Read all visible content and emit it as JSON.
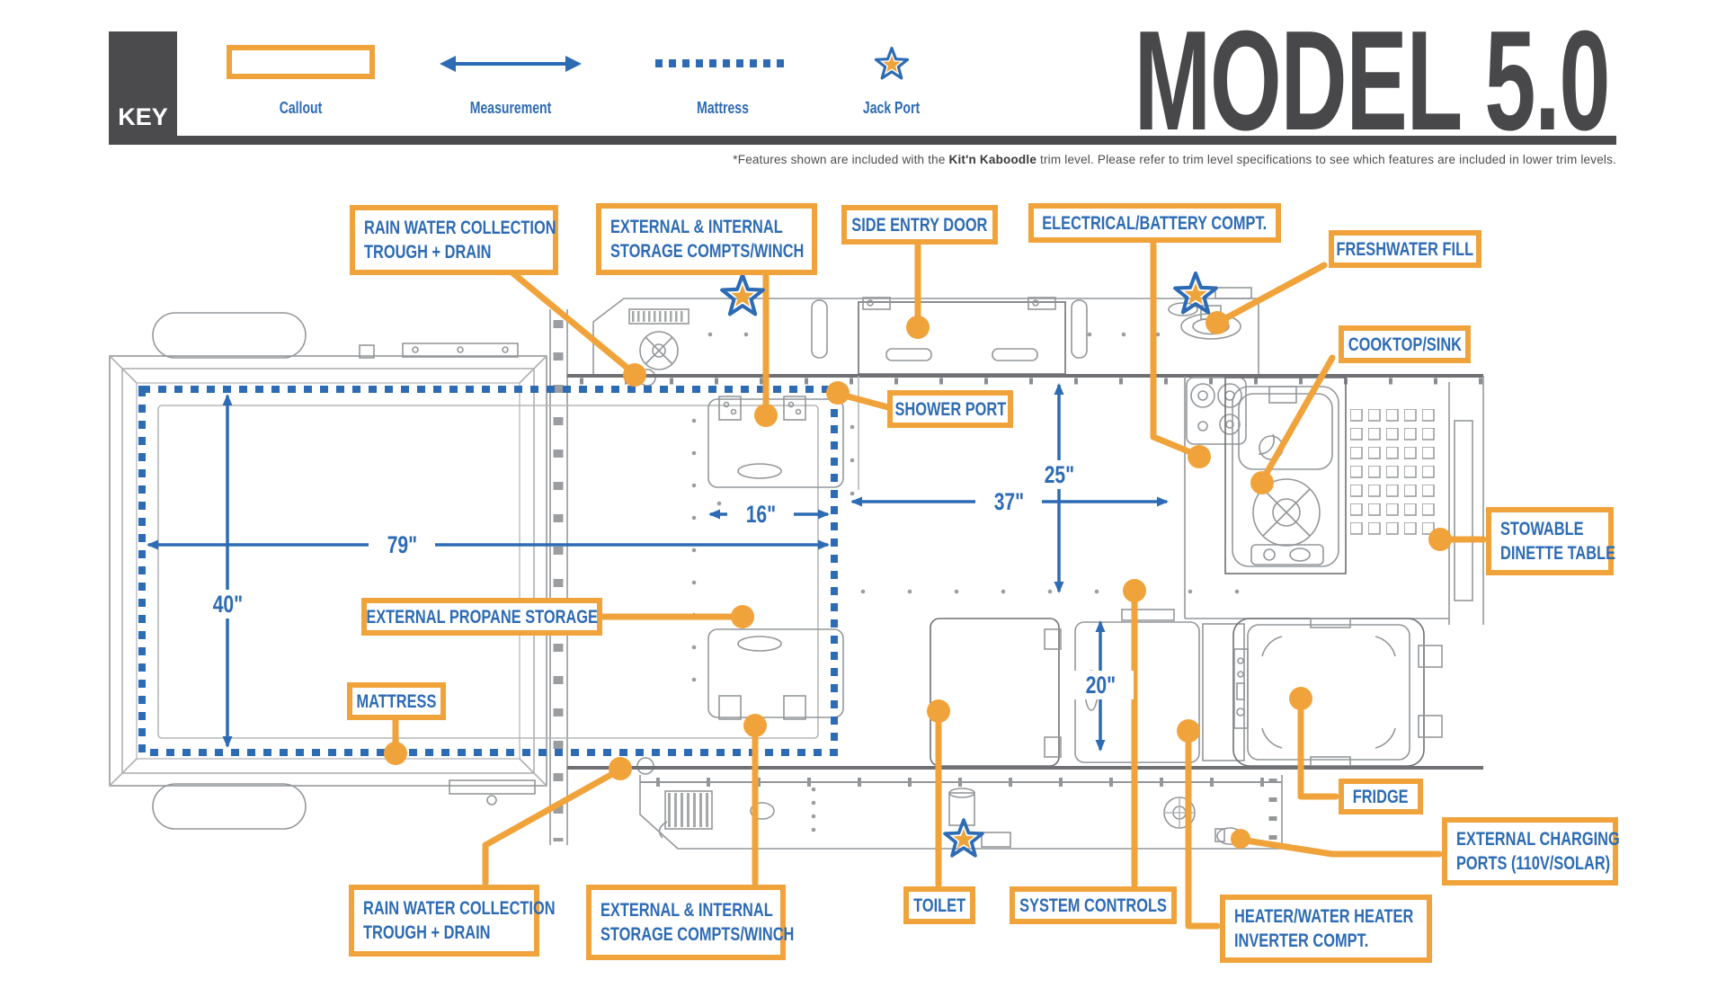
{
  "header": {
    "key_label": "KEY",
    "legend": [
      {
        "label": "Callout",
        "icon": "callout-box"
      },
      {
        "label": "Measurement",
        "icon": "measurement-arrow"
      },
      {
        "label": "Mattress",
        "icon": "mattress-dotted-line"
      },
      {
        "label": "Jack Port",
        "icon": "jack-port-star"
      }
    ],
    "title": "MODEL 5.0",
    "disclaimer_prefix": "*Features shown are included with the ",
    "disclaimer_bold": "Kit'n Kaboodle",
    "disclaimer_suffix": " trim level. Please refer to trim level specifications to see which features are included in lower trim levels."
  },
  "callouts": {
    "rain_top": {
      "line1": "RAIN WATER COLLECTION",
      "line2": "TROUGH + DRAIN"
    },
    "storage_top": {
      "line1": "EXTERNAL & INTERNAL",
      "line2": "STORAGE COMPTS/WINCH"
    },
    "side_entry": {
      "line1": "SIDE ENTRY DOOR"
    },
    "electrical": {
      "line1": "ELECTRICAL/BATTERY COMPT."
    },
    "freshwater": {
      "line1": "FRESHWATER FILL"
    },
    "cooktop": {
      "line1": "COOKTOP/SINK"
    },
    "shower": {
      "line1": "SHOWER PORT"
    },
    "dinette": {
      "line1": "STOWABLE",
      "line2": "DINETTE TABLE"
    },
    "propane": {
      "line1": "EXTERNAL PROPANE STORAGE"
    },
    "mattress": {
      "line1": "MATTRESS"
    },
    "fridge": {
      "line1": "FRIDGE"
    },
    "charging": {
      "line1": "EXTERNAL CHARGING",
      "line2": "PORTS (110V/SOLAR)"
    },
    "toilet": {
      "line1": "TOILET"
    },
    "system": {
      "line1": "SYSTEM CONTROLS"
    },
    "heater": {
      "line1": "HEATER/WATER HEATER",
      "line2": "INVERTER COMPT."
    },
    "rain_bottom": {
      "line1": "RAIN WATER COLLECTION",
      "line2": "TROUGH + DRAIN"
    },
    "storage_bottom": {
      "line1": "EXTERNAL & INTERNAL",
      "line2": "STORAGE COMPTS/WINCH"
    }
  },
  "measurements": {
    "bed_length": "79\"",
    "bed_width": "40\"",
    "storage_depth": "16\"",
    "galley_width": "37\"",
    "body_depth": "25\"",
    "compartment_width": "20\""
  },
  "colors": {
    "accent_orange": "#F1A33B",
    "callout_blue": "#2D6BB4",
    "star_gold": "#EDA43B",
    "dark_charcoal": "#4B4B4D",
    "linework_gray": "#94979A"
  }
}
